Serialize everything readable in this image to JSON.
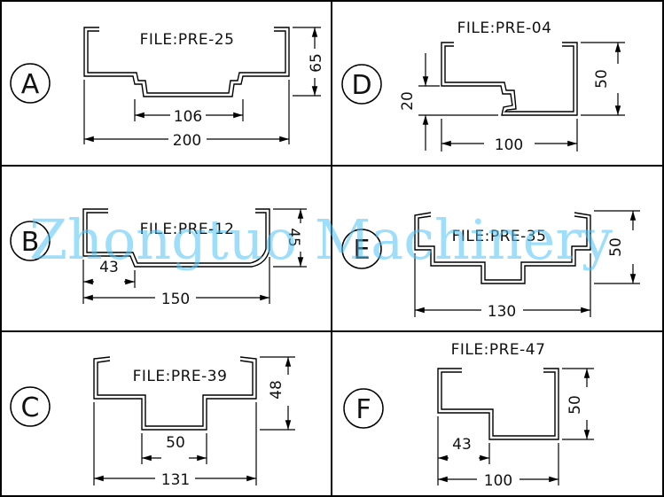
{
  "watermark": "Zhongtuo Machinery",
  "panels": [
    {
      "letter": "A",
      "file": "FILE:PRE-25",
      "dims": {
        "w1": "106",
        "w2": "200",
        "h": "65"
      }
    },
    {
      "letter": "D",
      "file": "FILE:PRE-04",
      "dims": {
        "w": "100",
        "h1": "50",
        "h2": "20"
      }
    },
    {
      "letter": "B",
      "file": "FILE:PRE-12",
      "dims": {
        "w1": "43",
        "w2": "150",
        "h": "45"
      }
    },
    {
      "letter": "E",
      "file": "FILE:PRE-35",
      "dims": {
        "w": "130",
        "h": "50"
      }
    },
    {
      "letter": "C",
      "file": "FILE:PRE-39",
      "dims": {
        "w1": "50",
        "w2": "131",
        "h": "48"
      }
    },
    {
      "letter": "F",
      "file": "FILE:PRE-47",
      "dims": {
        "w1": "43",
        "w2": "100",
        "h": "50"
      }
    }
  ],
  "colors": {
    "line": "#000000",
    "watermark": "#4fc3f7",
    "background": "#ffffff"
  }
}
